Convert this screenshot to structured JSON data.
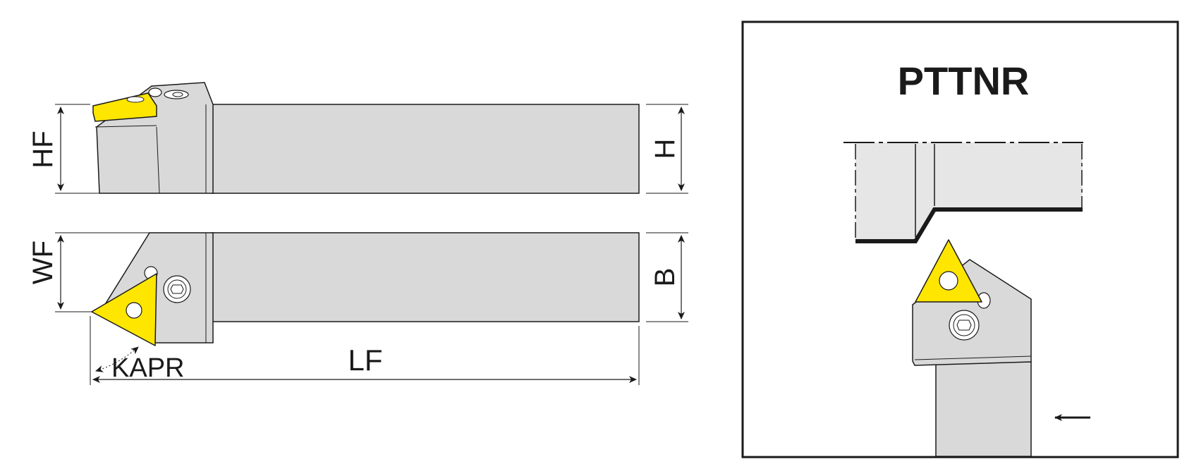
{
  "views": {
    "side": {
      "hf_label": "HF",
      "h_label": "H"
    },
    "top": {
      "wf_label": "WF",
      "b_label": "B",
      "kapr_label": "KAPR",
      "lf_label": "LF"
    }
  },
  "detail": {
    "title": "PTTNR",
    "feed_direction_icon": "arrow-left-icon"
  },
  "colors": {
    "body_fill": "#d9d9d9",
    "insert_fill": "#ffe600",
    "outline": "#1a1a1a",
    "detail_frame": "#1a1a1a"
  }
}
